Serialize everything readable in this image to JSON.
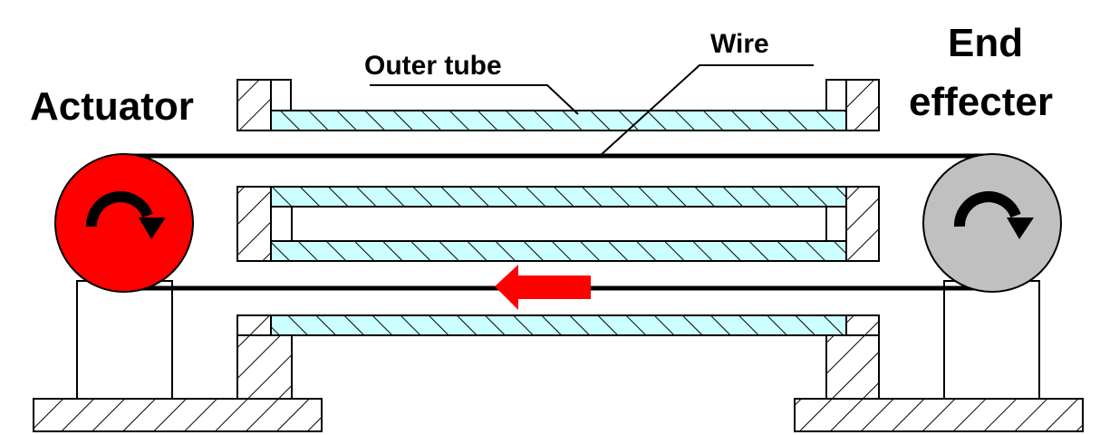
{
  "labels": {
    "actuator": "Actuator",
    "end_line1": "End",
    "end_line2": "effecter",
    "outer_tube": "Outer tube",
    "wire": "Wire"
  },
  "components": {
    "actuator_pulley": {
      "color": "#ff0000",
      "rotation": "clockwise"
    },
    "end_effector_pulley": {
      "color": "#c0c0c0",
      "rotation": "clockwise"
    },
    "outer_tube_fill": "#ccffff",
    "wire_direction_arrow": {
      "color": "#ff0000",
      "direction": "left"
    }
  }
}
